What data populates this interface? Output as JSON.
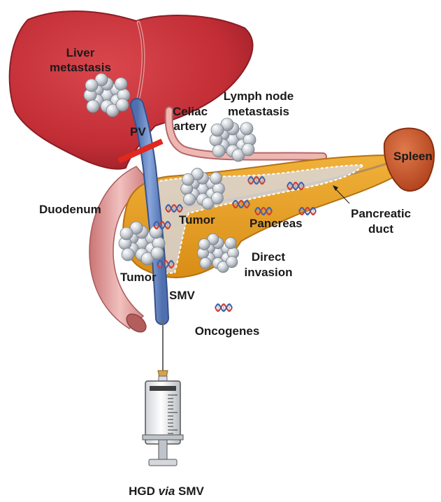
{
  "labels": {
    "liver_line1": "Liver",
    "liver_line2": "metastasis",
    "lymph_line1": "Lymph node",
    "lymph_line2": "metastasis",
    "celiac_line1": "Celiac",
    "celiac_line2": "artery",
    "pv": "PV",
    "spleen": "Spleen",
    "duodenum": "Duodenum",
    "tumor_upper": "Tumor",
    "tumor_lower": "Tumor",
    "pancreas": "Pancreas",
    "pancreatic_line1": "Pancreatic",
    "pancreatic_line2": "duct",
    "direct_line1": "Direct",
    "direct_line2": "invasion",
    "smv": "SMV",
    "oncogenes": "Oncogenes",
    "caption_part1": "HGD ",
    "caption_part2": "via",
    "caption_part3": " SMV"
  },
  "colors": {
    "liver": "#c8323a",
    "pancreas": "#e8a323",
    "vein": "#6e8fc8",
    "spleen": "#c9522a",
    "duodenum": "#e6a3a3",
    "marker": "#e0281e",
    "tumor": "#c9ced4"
  }
}
